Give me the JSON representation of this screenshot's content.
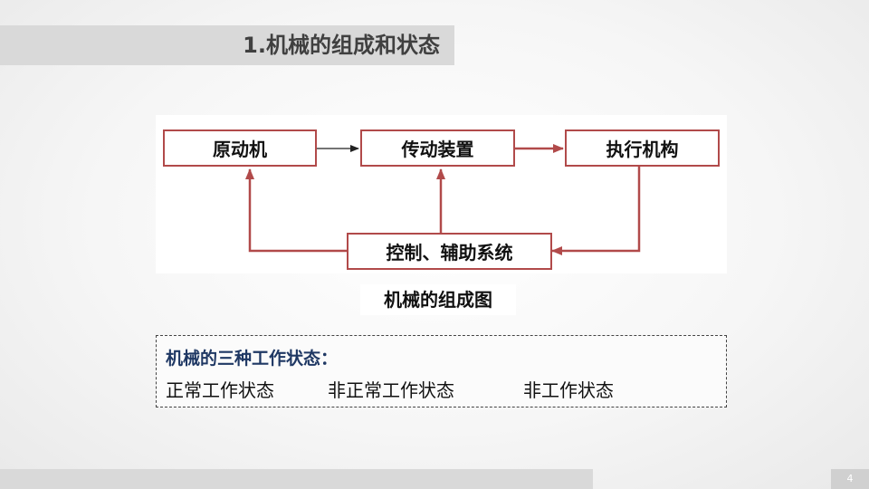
{
  "slide": {
    "title": "1.机械的组成和状态",
    "page_number": "4"
  },
  "diagram": {
    "nodes": {
      "prime_mover": "原动机",
      "transmission": "传动装置",
      "actuator": "执行机构",
      "control": "控制、辅助系统"
    },
    "edges": [
      {
        "from": "prime_mover",
        "to": "transmission",
        "color": "#222222"
      },
      {
        "from": "transmission",
        "to": "actuator",
        "color": "#b14a4a"
      },
      {
        "from": "actuator",
        "to": "control",
        "color": "#b14a4a"
      },
      {
        "from": "control",
        "to": "prime_mover",
        "color": "#b14a4a"
      },
      {
        "from": "control",
        "to": "transmission",
        "color": "#b14a4a"
      }
    ],
    "caption": "机械的组成图"
  },
  "states": {
    "heading": "机械的三种工作状态：",
    "items": [
      "正常工作状态",
      "非正常工作状态",
      "非工作状态"
    ]
  },
  "colors": {
    "accent_red": "#b14a4a",
    "heading_blue": "#1f3864",
    "bar_gray": "#d9d9d9"
  }
}
